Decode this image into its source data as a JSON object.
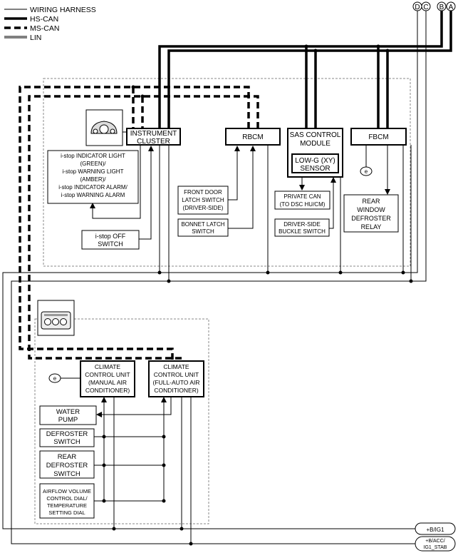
{
  "legend": {
    "wiring_harness": "WIRING HARNESS",
    "hs_can": "HS-CAN",
    "ms_can": "MS-CAN",
    "lin": "LIN"
  },
  "connectors": {
    "d": "D",
    "c": "C",
    "b": "B",
    "a": "A"
  },
  "modules": {
    "instrument_cluster": [
      "INSTRUMENT",
      "CLUSTER"
    ],
    "rbcm": [
      "RBCM"
    ],
    "sas": [
      "SAS CONTROL",
      "MODULE"
    ],
    "low_g": [
      "LOW-G (XY)",
      "SENSOR"
    ],
    "fbcm": [
      "FBCM"
    ],
    "istop_indicators": [
      "i-stop INDICATOR LIGHT",
      "(GREEN)/",
      "i-stop WARNING LIGHT",
      "(AMBER)/",
      "i-stop INDICATOR ALARM/",
      "i-stop WARNING ALARM"
    ],
    "istop_off": [
      "i-stop OFF",
      "SWITCH"
    ],
    "front_door": [
      "FRONT DOOR",
      "LATCH SWITCH",
      "(DRIVER-SIDE)"
    ],
    "bonnet": [
      "BONNET LATCH",
      "SWITCH"
    ],
    "private_can": [
      "PRIVATE CAN",
      "(TO DSC HU/CM)"
    ],
    "buckle": [
      "DRIVER-SIDE",
      "BUCKLE SWITCH"
    ],
    "rear_relay": [
      "REAR",
      "WINDOW",
      "DEFROSTER",
      "RELAY"
    ],
    "ccu_manual": [
      "CLIMATE",
      "CONTROL UNIT",
      "(MANUAL AIR",
      "CONDITIONER)"
    ],
    "ccu_auto": [
      "CLIMATE",
      "CONTROL UNIT",
      "(FULL-AUTO AIR",
      "CONDITIONER)"
    ],
    "water_pump": [
      "WATER",
      "PUMP"
    ],
    "defroster": [
      "DEFROSTER",
      "SWITCH"
    ],
    "rear_defroster": [
      "REAR",
      "DEFROSTER",
      "SWITCH"
    ],
    "airflow": [
      "AIRFLOW VOLUME",
      "CONTROL DIAL/",
      "TEMPERATURE",
      "SETTING DIAL"
    ]
  },
  "ground_symbol": "e",
  "power": {
    "b_ig1": "+B/IG1",
    "b_acc": [
      "+B/ACC/",
      "IG1_STAB"
    ]
  }
}
